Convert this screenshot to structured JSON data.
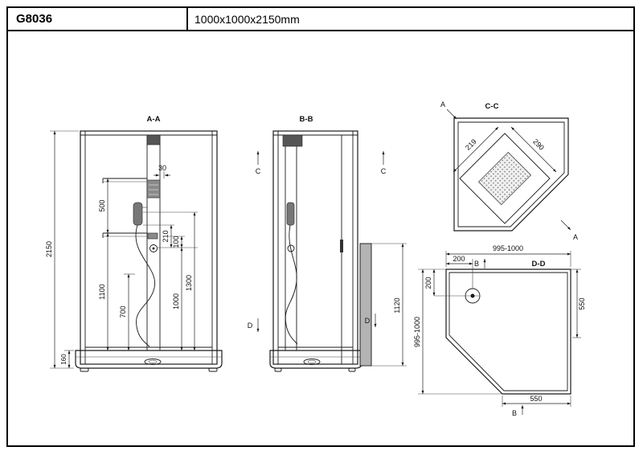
{
  "title_block": {
    "model": "G8036",
    "dimensions": "1000x1000x2150mm"
  },
  "views": {
    "front": {
      "label": "A-A",
      "dims": {
        "total_height": "2150",
        "shelf_spacing": "500",
        "lower_height": "1100",
        "hose_drop": "700",
        "tray_height": "160",
        "column_offset": "30",
        "wand_length": "210",
        "valve_gap": "100",
        "valve_height": "1000",
        "panel_span": "1300"
      }
    },
    "side": {
      "label": "B-B",
      "section_c": "C",
      "section_d": "D",
      "dims": {
        "side_panel_height": "1120"
      }
    },
    "top": {
      "label": "C-C",
      "section_a": "A",
      "dims": {
        "seat_depth": "219",
        "seat_width": "290"
      }
    },
    "plan": {
      "label": "D-D",
      "section_b": "B",
      "dims": {
        "overall_width": "995-1000",
        "overall_depth": "995-1000",
        "drain_offset_x": "200",
        "drain_offset_y": "200",
        "right_wall": "550",
        "back_wall": "550"
      }
    }
  }
}
